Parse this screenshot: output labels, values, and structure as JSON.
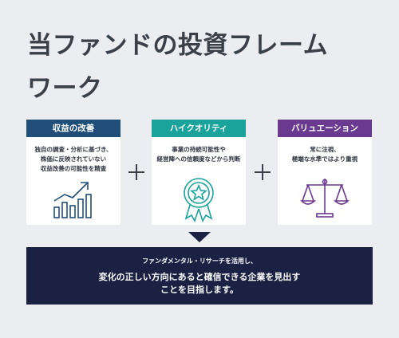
{
  "title_line1": "当ファンドの投資フレーム",
  "title_line2": "ワーク",
  "cards": [
    {
      "label": "収益の改善",
      "desc": "独自の調査・分析に基づき、\n株価に反映されていない\n収益改善の可能性を精査",
      "color": "#1f4e79",
      "icon": "rising-bar-chart-icon"
    },
    {
      "label": "ハイクオリティ",
      "desc": "事業の持続可能性や\n経営陣への信頼度などから判断",
      "color": "#1aa39b",
      "icon": "award-ribbon-icon"
    },
    {
      "label": "バリュエーション",
      "desc": "常に注視、\n極端な水準ではより重視",
      "color": "#6a3a90",
      "icon": "balance-scale-icon"
    }
  ],
  "summary": {
    "lead": "ファンダメンタル・リサーチを活用し、",
    "main": "変化の正しい方向にあると確信できる企業を見出す\nことを目指します。"
  }
}
